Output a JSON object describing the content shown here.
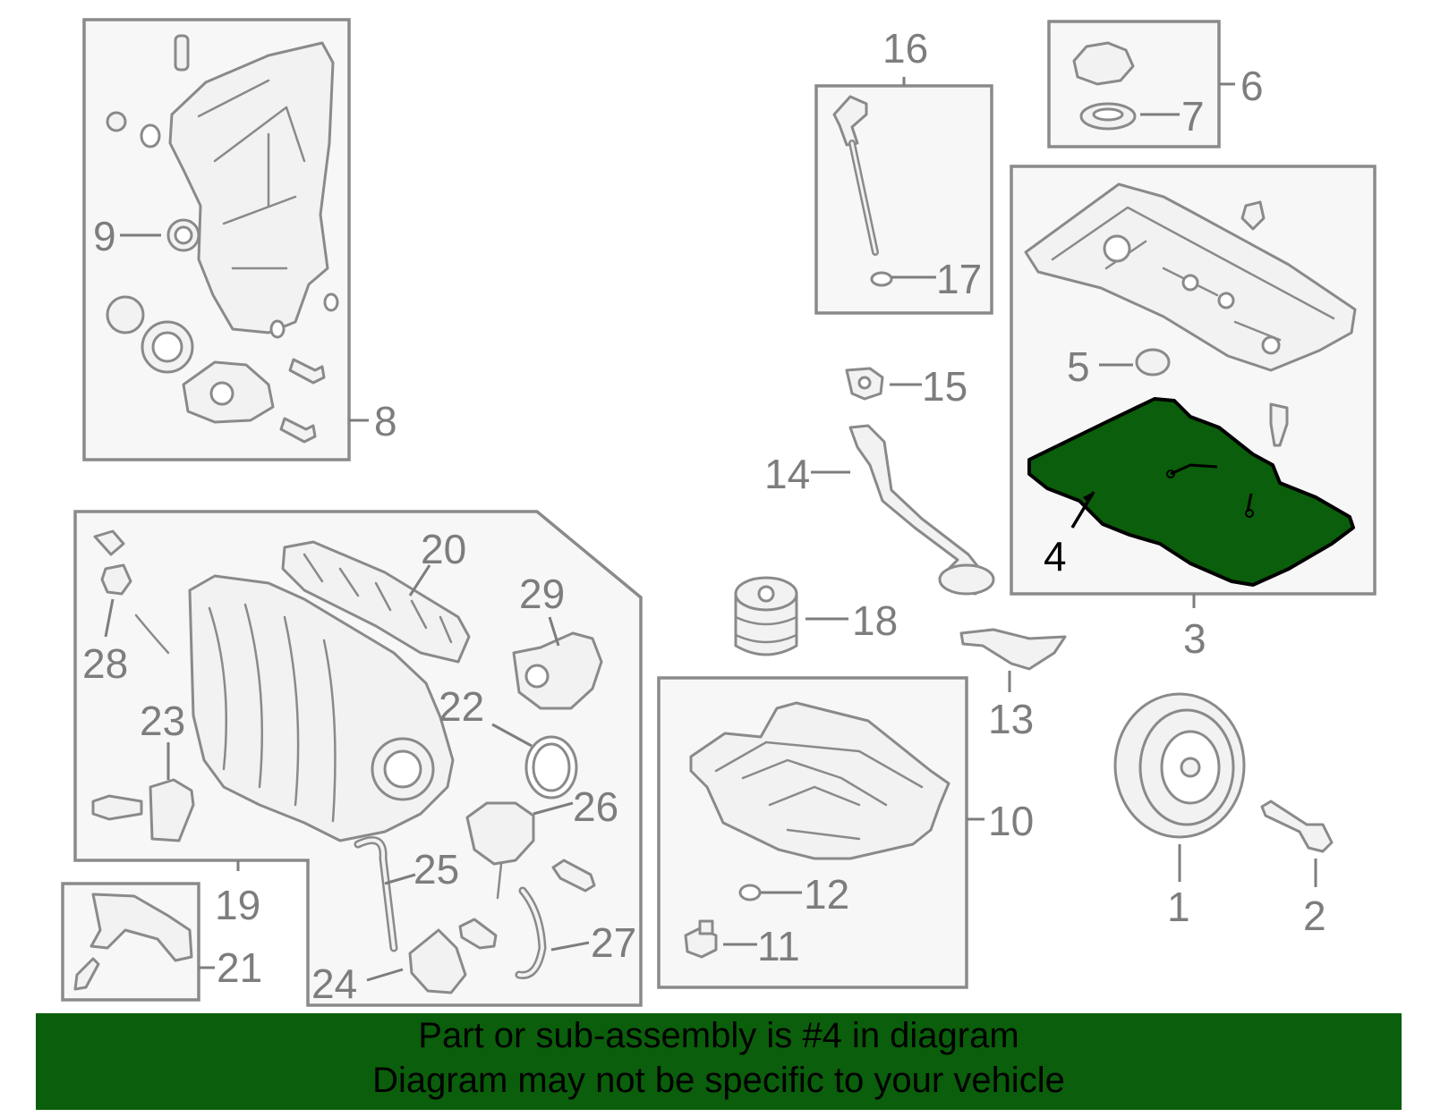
{
  "labels": {
    "p1": "1",
    "p2": "2",
    "p3": "3",
    "p4": "4",
    "p5": "5",
    "p6": "6",
    "p7": "7",
    "p8": "8",
    "p9": "9",
    "p10": "10",
    "p11": "11",
    "p12": "12",
    "p13": "13",
    "p14": "14",
    "p15": "15",
    "p16": "16",
    "p17": "17",
    "p18": "18",
    "p19": "19",
    "p20": "20",
    "p21": "21",
    "p22": "22",
    "p23": "23",
    "p24": "24",
    "p25": "25",
    "p26": "26",
    "p27": "27",
    "p28": "28",
    "p29": "29"
  },
  "highlighted_part": "4",
  "colors": {
    "highlight": "#0b5e0b",
    "line": "#8a8a8a",
    "label": "#7d7d7d",
    "box_fill": "#f7f7f7"
  },
  "banner": {
    "line1": "Part or sub-assembly is #4 in diagram",
    "line2": "Diagram may not be specific to your vehicle"
  }
}
